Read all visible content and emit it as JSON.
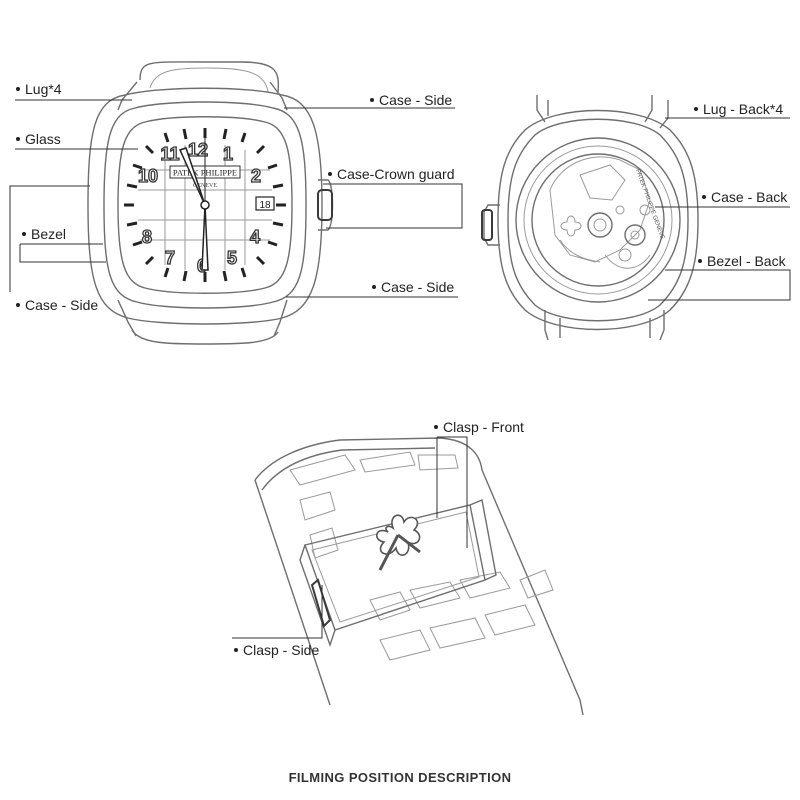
{
  "labels": {
    "lug_front": "Lug*4",
    "glass": "Glass",
    "bezel": "Bezel",
    "case_side_left": "Case - Side",
    "case_side_top": "Case - Side",
    "crown_guard": "Case-Crown guard",
    "case_side_bottom": "Case - Side",
    "lug_back": "Lug - Back*4",
    "case_back": "Case - Back",
    "bezel_back": "Bezel - Back",
    "clasp_front": "Clasp - Front",
    "clasp_side": "Clasp - Side"
  },
  "dial": {
    "brand_line1": "PATEK PHILIPPE",
    "brand_line2": "GENEVE",
    "date": "18",
    "numerals": [
      "12",
      "1",
      "2",
      "4",
      "5",
      "6",
      "7",
      "8",
      "10",
      "11"
    ]
  },
  "movement_engraving": "PATEK PHILIPPE GENEVE",
  "footer_title": "FILMING POSITION DESCRIPTION"
}
